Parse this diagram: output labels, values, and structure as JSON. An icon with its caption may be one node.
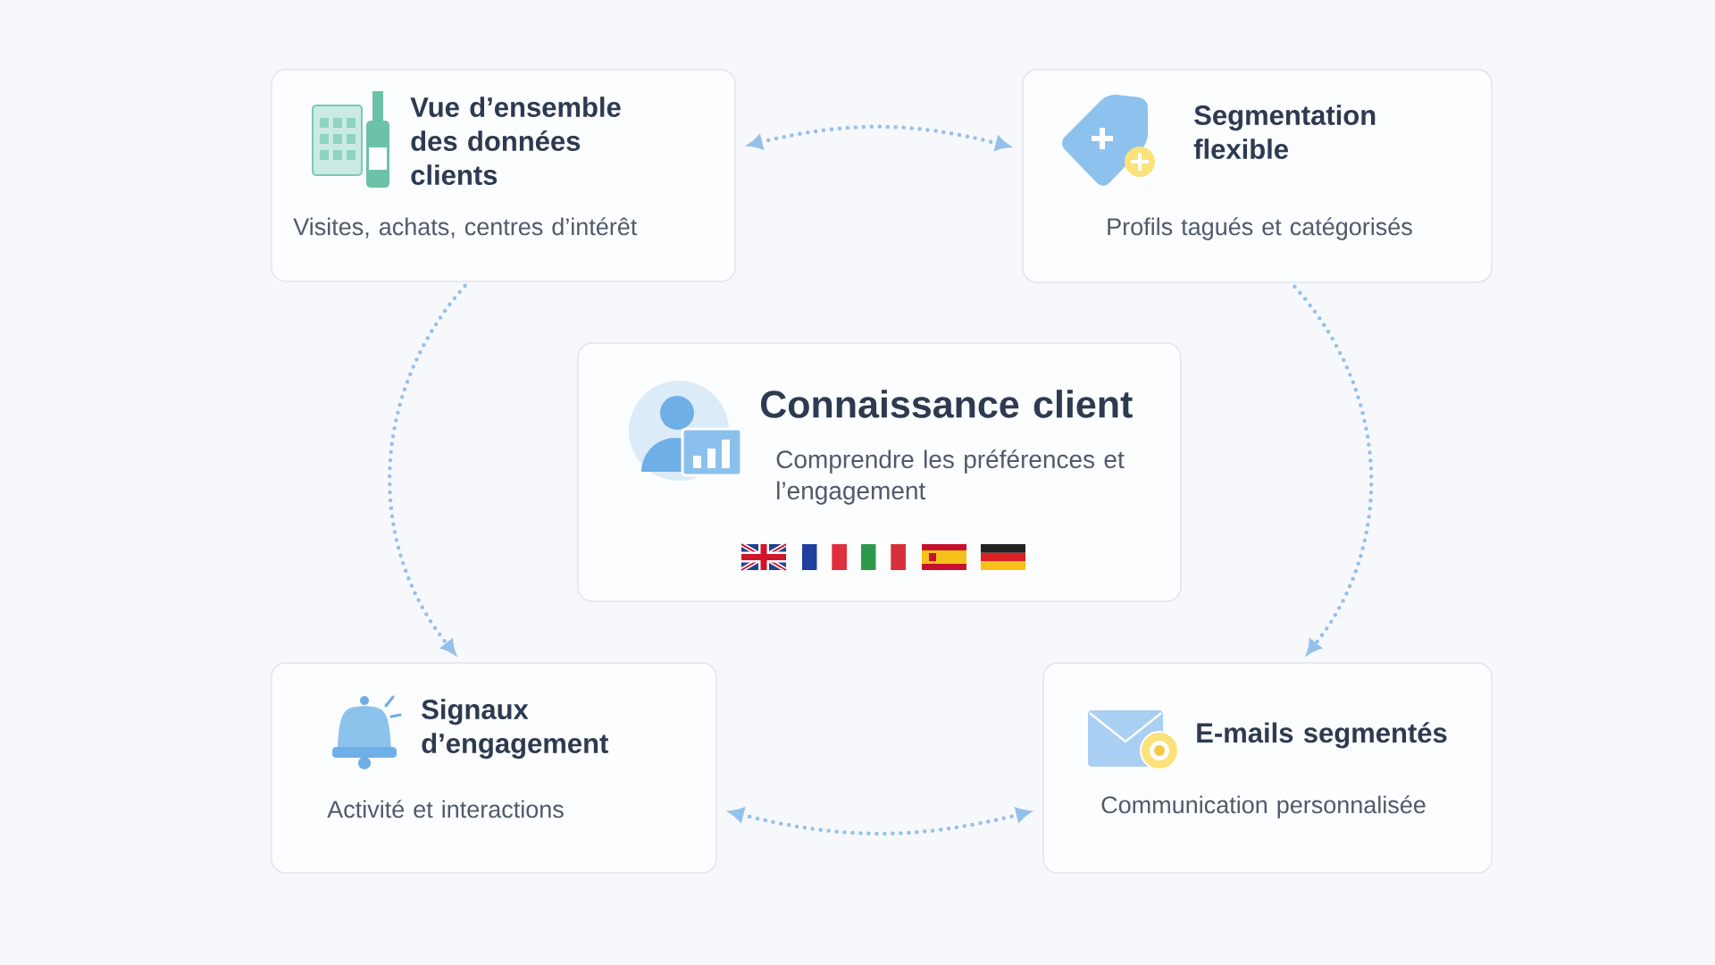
{
  "diagram": {
    "nodes": [
      {
        "text": [
          "Vue d’ensemble des données clients",
          "Visites, achats, centres d’intérêt"
        ]
      },
      {
        "text": [
          "Segmentation flexible",
          "Profils tagués et catégorisés"
        ]
      },
      {
        "text": [
          "Connaissance client",
          "Comprendre les préférences et l’engagement"
        ]
      },
      {
        "text": [
          "Signaux d’engagement",
          "Activité et interactions"
        ]
      },
      {
        "text": [
          "E-mails segmentés",
          "Communication personnalisée"
        ]
      }
    ],
    "edges": [
      {
        "from": 0,
        "to": 1,
        "arrow": "both"
      },
      {
        "from": 0,
        "to": 3,
        "arrow": "to"
      },
      {
        "from": 1,
        "to": 4,
        "arrow": "to"
      },
      {
        "from": 3,
        "to": 4,
        "arrow": "both"
      }
    ]
  }
}
